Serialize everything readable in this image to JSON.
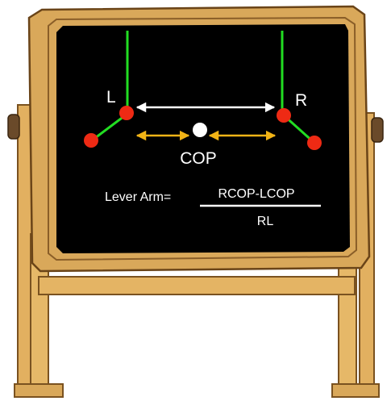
{
  "diagram": {
    "left_label": "L",
    "right_label": "R",
    "cop_label": "COP",
    "formula_prefix": "Lever Arm=",
    "numerator": "RCOP-LCOP",
    "denominator": "RL"
  },
  "colors": {
    "board": "#000000",
    "frame_wood": "#d9a85a",
    "frame_dark": "#7a5220",
    "leg_line": "#22dd22",
    "joint": "#ee2a14",
    "double_arrow": "#ffffff",
    "cop_arrow": "#f2b416",
    "text": "#ffffff"
  },
  "icons": {
    "board": "chalkboard-easel",
    "left_marker": "red-circle",
    "right_marker": "red-circle",
    "cop_marker": "white-circle"
  }
}
